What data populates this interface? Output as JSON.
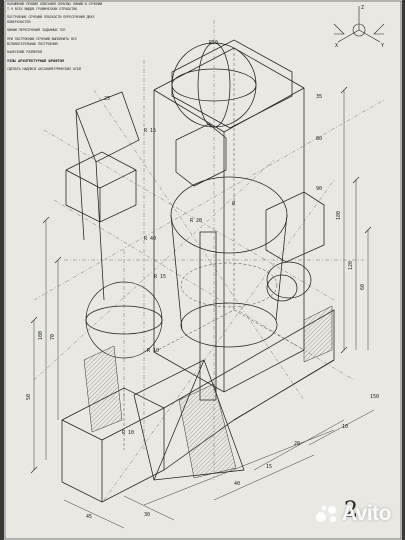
{
  "notes": [
    {
      "text": "НАЛОЖЕНИЕ ПРАВИЛ ОПИСАНИЯ СКРЫТЫХ ЛИНИЙ В СЕЧЕНИИ Т-9 ВСЕХ ВИДОВ ГРАФИЧЕСКИХ ОТРАБОТОК",
      "bold": false
    },
    {
      "text": "ПОСТРОЕНИЕ СЕЧЕНИЙ ПЛОСКОСТИ ПЕРЕСЕЧЕНИЯ ДВУХ ПОВЕРХНОСТЕЙ",
      "bold": false
    },
    {
      "text": "ЛИНИИ ПЕРЕСЕЧЕНИЯ ЗАДАННЫХ ТЕЛ",
      "bold": false
    },
    {
      "text": "ПРИ ПОСТРОЕНИИ СЕЧЕНИЙ ВЫПОЛНИТЬ ВСЕ ВСПОМОГАТЕЛЬНЫЕ ПОСТРОЕНИЯ",
      "bold": false
    },
    {
      "text": "НАНЕСЕНИЕ РАЗМЕРОВ",
      "bold": false
    },
    {
      "text": "УЗЛЫ АРХИТЕКТУРНЫЕ ШРИФТОМ",
      "bold": true
    },
    {
      "text": "СДЕЛАТЬ НАДПИСИ АКСОНОМЕТРИЧЕСКИХ ОСЕЙ",
      "bold": false
    }
  ],
  "labels": {
    "r50_top": "R50",
    "r15_left": "R 15",
    "r20": "R 20",
    "r40": "R 40",
    "r10_a": "R 10",
    "r10_b": "R 10",
    "r15_b": "R 15",
    "dim_45": "45",
    "dim_30": "30",
    "dim_40": "40",
    "dim_20": "20",
    "dim_10": "10",
    "dim_60": "60",
    "dim_50": "50",
    "dim_120": "120",
    "dim_180": "180",
    "dim_70": "70",
    "dim_15": "15",
    "dim_25": "25",
    "dim_35": "35",
    "dim_80": "80",
    "dim_90": "90",
    "dim_100": "100",
    "dim_150": "150",
    "phi": "Ø",
    "axis_y": "Y",
    "axis_z": "Z",
    "axis_x": "X"
  },
  "sheet_number": "2",
  "watermark": "Avito"
}
